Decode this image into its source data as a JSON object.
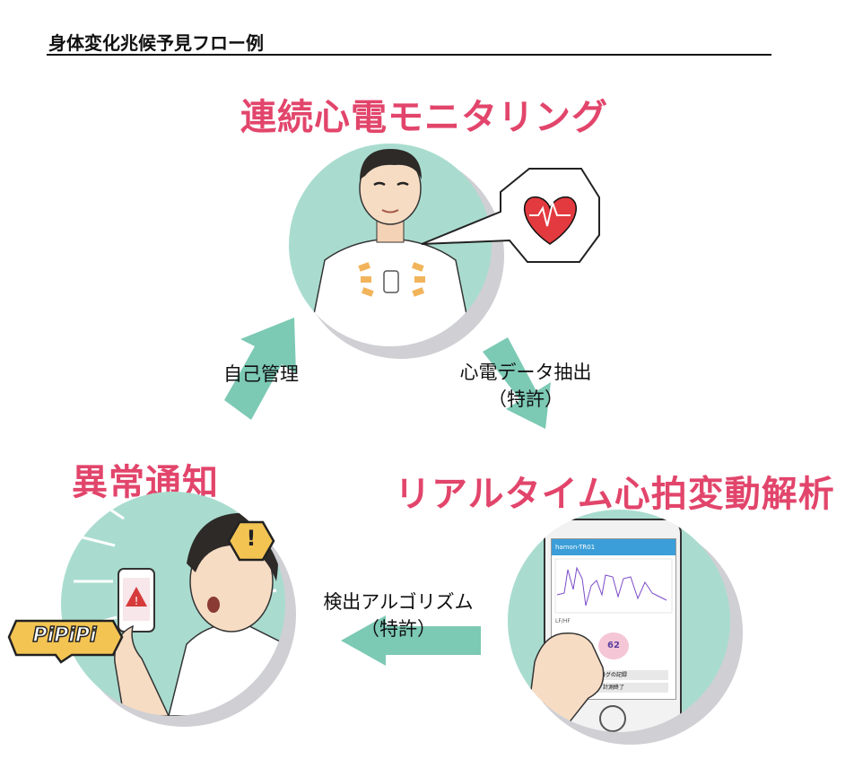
{
  "page": {
    "title": "身体変化兆候予見フロー例"
  },
  "stages": {
    "monitoring": {
      "title": "連続心電モニタリング"
    },
    "analysis": {
      "title": "リアルタイム心拍変動解析"
    },
    "alert": {
      "title": "異常通知",
      "alarm_text": "PiPiPi",
      "exclaim": "!"
    }
  },
  "arrows": {
    "extract": {
      "line1": "心電データ抽出",
      "line2": "（特許）"
    },
    "detect": {
      "line1": "検出アルゴリズム",
      "line2": "（特許）"
    },
    "self_care": {
      "label": "自己管理"
    }
  },
  "phone_app": {
    "app_name": "hamon-TR01",
    "lf_hf_label": "LF/HF",
    "heart_rate": "62",
    "buttons": [
      "ログの記録",
      "計測終了"
    ]
  },
  "colors": {
    "accent": "#e2456b",
    "circle_fill": "#a9dccf",
    "arrow_fill": "#7cc9b4"
  }
}
